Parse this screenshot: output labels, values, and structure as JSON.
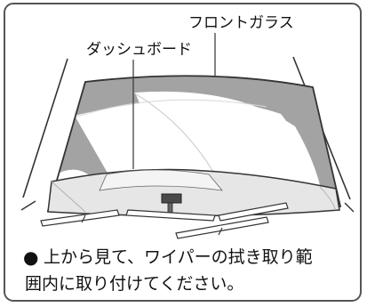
{
  "labels": {
    "windshield": "フロントガラス",
    "dashboard": "ダッシュボード"
  },
  "note": {
    "bullet": "●",
    "line1": "上から見て、ワイパーの拭き取り範",
    "line2": "囲内に取り付けてください。"
  },
  "colors": {
    "glass_tint": "#a3a3a3",
    "wiper_area": "#e6e6e6",
    "outline": "#333333",
    "frame_border": "#555555"
  }
}
